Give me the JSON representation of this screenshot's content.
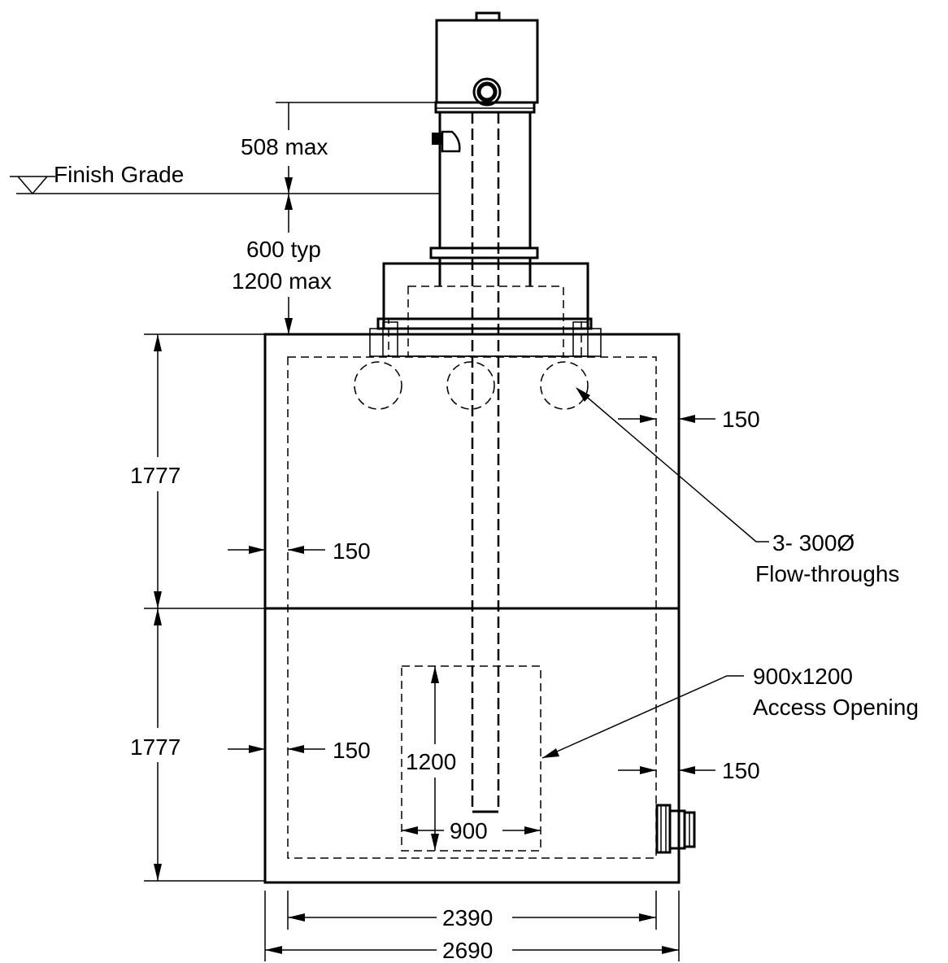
{
  "labels": {
    "finish_grade": "Finish Grade",
    "riser_height_max": "508 max",
    "depth_typ": "600 typ",
    "depth_max": "1200 max",
    "upper_height": "1777",
    "lower_height": "1777",
    "wall_left_upper": "150",
    "wall_left_lower": "150",
    "wall_right_upper": "150",
    "wall_right_lower": "150",
    "flow_line1": "3- 300Ø",
    "flow_line2": "Flow-throughs",
    "access_line1": "900x1200",
    "access_line2": "Access Opening",
    "access_height": "1200",
    "access_width": "900",
    "inner_width": "2390",
    "outer_width": "2690"
  }
}
